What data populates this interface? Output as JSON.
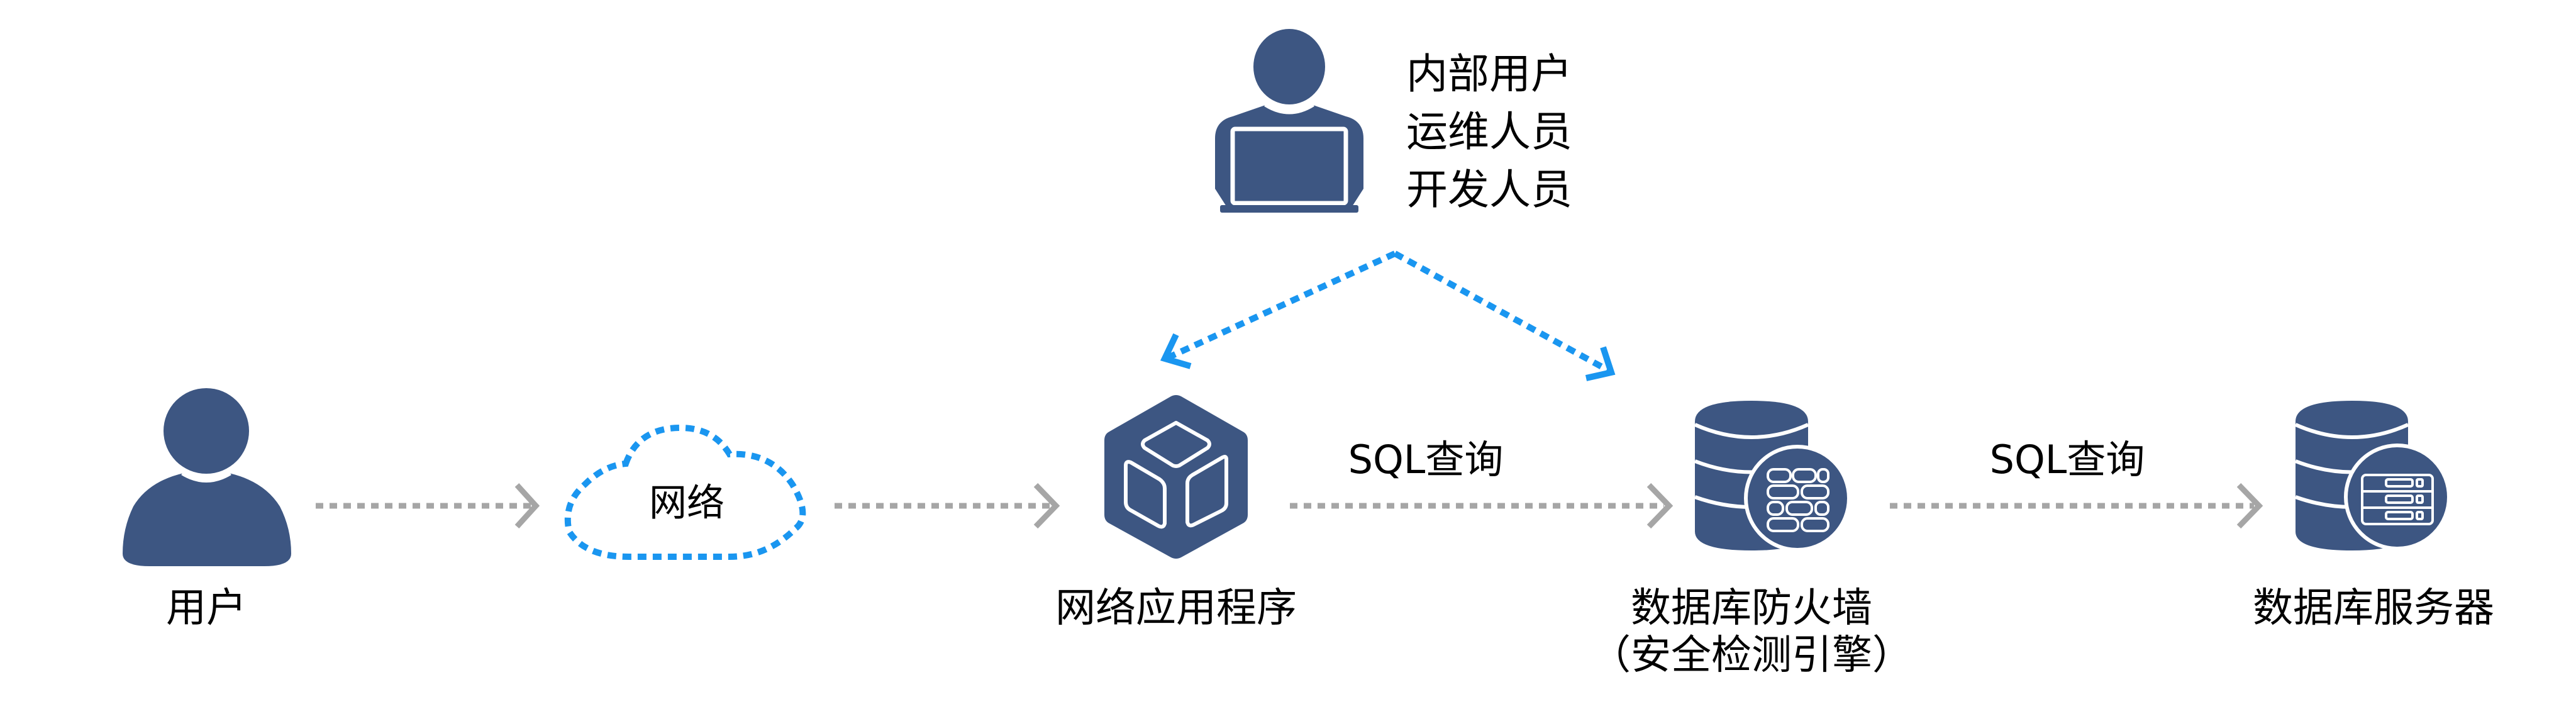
{
  "colors": {
    "icon_fill": "#3d5682",
    "flow_arrow": "#a6a6a6",
    "internal_link": "#1a96f0",
    "text": "#000000"
  },
  "nodes": {
    "user": {
      "label": "用户",
      "icon": "user-icon"
    },
    "network": {
      "label": "网络",
      "icon": "cloud-icon"
    },
    "web_app": {
      "label": "网络应用程序",
      "icon": "cube-hexagon-icon"
    },
    "db_firewall": {
      "label_line1": "数据库防火墙",
      "label_line2": "（安全检测引擎）",
      "icon": "database-firewall-icon"
    },
    "db_server": {
      "label": "数据库服务器",
      "icon": "database-server-icon"
    },
    "internal_users": {
      "lines": [
        "内部用户",
        "运维人员",
        "开发人员"
      ],
      "icon": "user-laptop-icon"
    }
  },
  "edges": {
    "user_to_network": {
      "label": ""
    },
    "network_to_app": {
      "label": ""
    },
    "app_to_firewall": {
      "label": "SQL查询"
    },
    "firewall_to_server": {
      "label": "SQL查询"
    },
    "internal_to_app": {
      "label": ""
    },
    "internal_to_firewall": {
      "label": ""
    }
  }
}
